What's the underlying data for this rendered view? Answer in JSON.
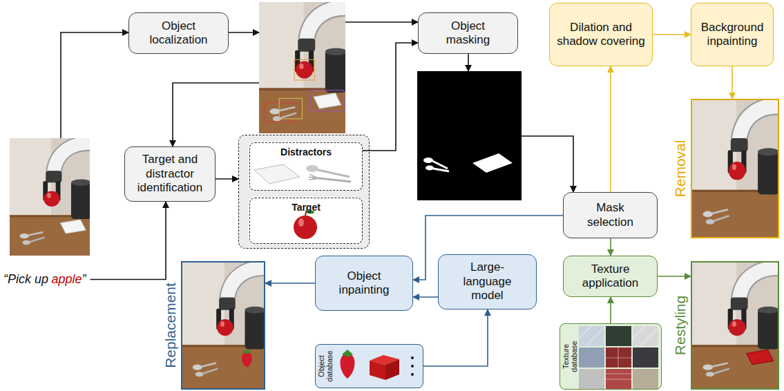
{
  "diagram": {
    "nodes": [
      {
        "text": [
          "“Pick up",
          "apple",
          "”"
        ]
      },
      {
        "text": [
          "Object localization"
        ]
      },
      {
        "text": [
          "Target and distractor identification"
        ]
      },
      {
        "text": []
      },
      {
        "text": [
          "Distractors"
        ],
        "in": 3
      },
      {
        "text": [
          "Target"
        ],
        "in": 3
      },
      {
        "text": [
          "Object masking"
        ]
      },
      {
        "text": [
          "Mask selection"
        ]
      },
      {
        "text": [
          "Dilation and shadow covering"
        ]
      },
      {
        "text": [
          "Background inpainting"
        ]
      },
      {
        "text": [
          "Removal"
        ]
      },
      {
        "text": [
          "Object inpainting"
        ]
      },
      {
        "text": [
          "Large-language model"
        ]
      },
      {
        "text": [
          "Object database"
        ]
      },
      {
        "text": [
          "Replacement"
        ]
      },
      {
        "text": [
          "Texture application"
        ]
      },
      {
        "text": [
          "Texture database"
        ]
      },
      {
        "text": [
          "Restyling"
        ]
      }
    ],
    "edges": [
      {
        "from": 0,
        "to": 1,
        "arrow": "to"
      },
      {
        "from": 0,
        "to": 2,
        "arrow": "to"
      },
      {
        "from": 2,
        "to": 3,
        "arrow": "to"
      },
      {
        "from": 4,
        "to": 6,
        "arrow": "to"
      },
      {
        "from": 7,
        "to": 8,
        "arrow": "to"
      },
      {
        "from": 8,
        "to": 9,
        "arrow": "to"
      },
      {
        "from": 9,
        "to": 10,
        "arrow": "to"
      },
      {
        "from": 7,
        "to": 11,
        "arrow": "to"
      },
      {
        "from": 12,
        "to": 11,
        "arrow": "to"
      },
      {
        "from": 13,
        "to": 12,
        "arrow": "to"
      },
      {
        "from": 11,
        "to": 14,
        "arrow": "to"
      },
      {
        "from": 7,
        "to": 15,
        "arrow": "to"
      },
      {
        "from": 15,
        "to": 17,
        "arrow": "to"
      },
      {
        "from": 16,
        "to": 15,
        "arrow": "to"
      }
    ]
  }
}
